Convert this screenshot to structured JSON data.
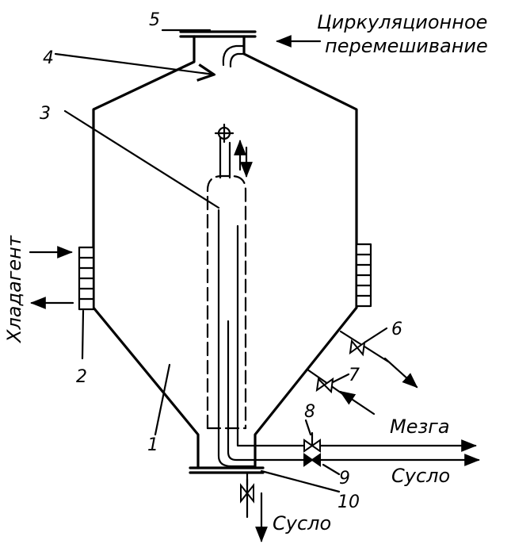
{
  "labels": {
    "n1": "1",
    "n2": "2",
    "n3": "3",
    "n4": "4",
    "n5": "5",
    "n6": "6",
    "n7": "7",
    "n8": "8",
    "n9": "9",
    "n10": "10"
  },
  "flows": {
    "circulation_line1": "Циркуляционное",
    "circulation_line2": "перемешивание",
    "coolant": "Хладагент",
    "pomace": "Мезга",
    "must_right": "Сусло",
    "must_bottom": "Сусло"
  }
}
